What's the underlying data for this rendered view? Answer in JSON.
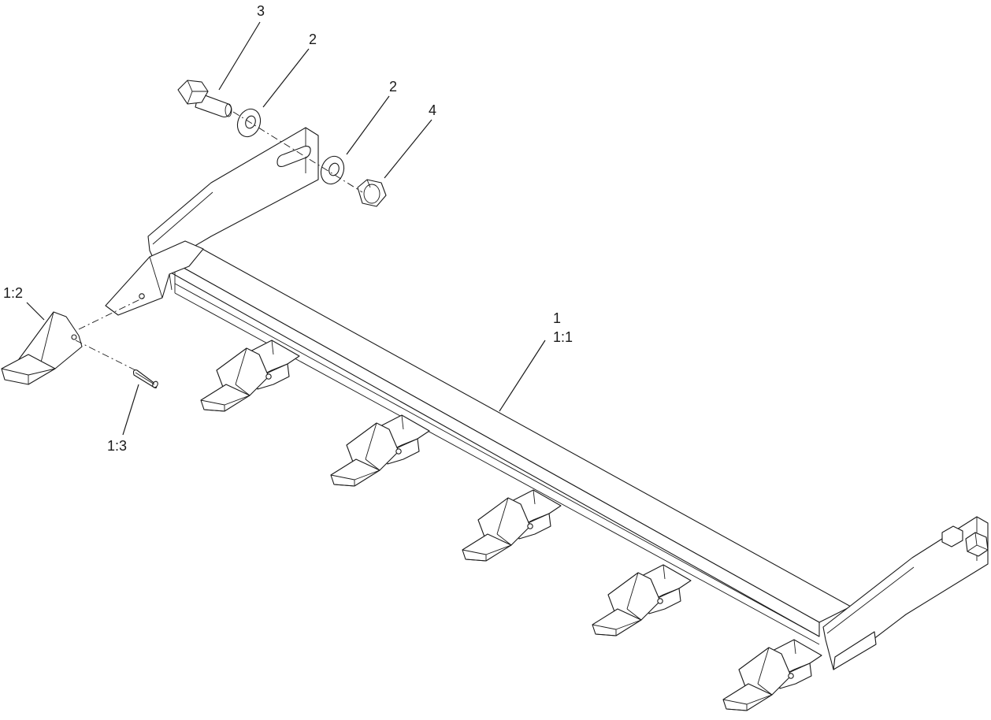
{
  "callouts": {
    "bolt": "3",
    "washer_upper": "2",
    "washer_lower": "2",
    "nut": "4",
    "tooth": "1:2",
    "pin": "1:3",
    "assembly": "1",
    "bar": "1:1"
  },
  "colors": {
    "line": "#1a1a1a",
    "background": "#ffffff"
  }
}
